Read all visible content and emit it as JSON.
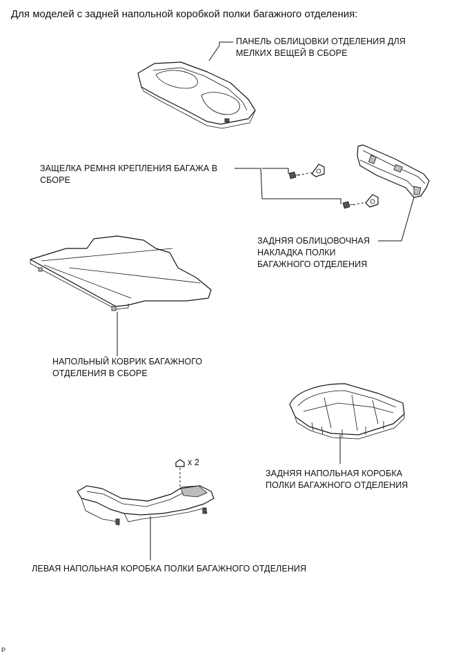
{
  "heading": "Для моделей с задней напольной коробкой полки багажного отделения:",
  "labels": {
    "small_items_panel": [
      "ПАНЕЛЬ ОБЛИЦОВКИ ОТДЕЛЕНИЯ ДЛЯ",
      "МЕЛКИХ ВЕЩЕЙ В СБОРЕ"
    ],
    "strap_latch": [
      "ЗАЩЕЛКА РЕМНЯ КРЕПЛЕНИЯ БАГАЖА В",
      "СБОРЕ"
    ],
    "rear_trim": [
      "ЗАДНЯЯ ОБЛИЦОВОЧНАЯ",
      "НАКЛАДКА ПОЛКИ",
      "БАГАЖНОГО ОТДЕЛЕНИЯ"
    ],
    "floor_mat": [
      "НАПОЛЬНЫЙ КОВРИК БАГАЖНОГО",
      "ОТДЕЛЕНИЯ В СБОРЕ"
    ],
    "rear_floor_box": [
      "ЗАДНЯЯ НАПОЛЬНАЯ КОРОБКА",
      "ПОЛКИ БАГАЖНОГО ОТДЕЛЕНИЯ"
    ],
    "left_floor_box": "ЛЕВАЯ НАПОЛЬНАЯ КОРОБКА ПОЛКИ БАГАЖНОГО ОТДЕЛЕНИЯ",
    "clip_count": "x 2"
  },
  "footer": "P",
  "icons": [
    "bolt-icon",
    "clip-icon"
  ]
}
